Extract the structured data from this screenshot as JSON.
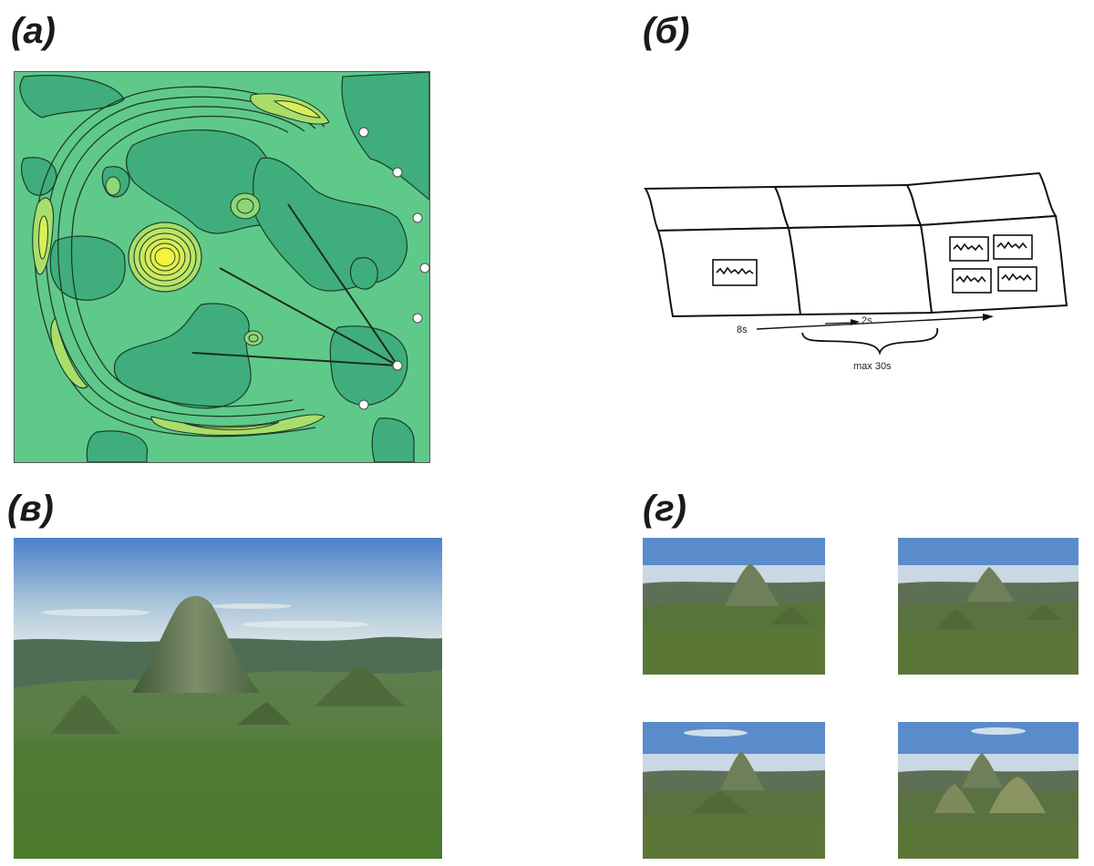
{
  "panels": {
    "a": {
      "label": "(а)"
    },
    "b": {
      "label": "(б)",
      "timeline": {
        "t1": "8s",
        "t2": "2s",
        "brace": "max 30s"
      }
    },
    "c": {
      "label": "(в)"
    },
    "d": {
      "label": "(г)"
    }
  },
  "colors": {
    "map_base": "#5fc98a",
    "map_low": "#3fae7c",
    "map_high": "#a9de6b",
    "map_peak": "#f5f03a",
    "sky_top": "#4a7fc9",
    "sky_bottom": "#dfe9ee",
    "terrain": "#4f7a34"
  }
}
